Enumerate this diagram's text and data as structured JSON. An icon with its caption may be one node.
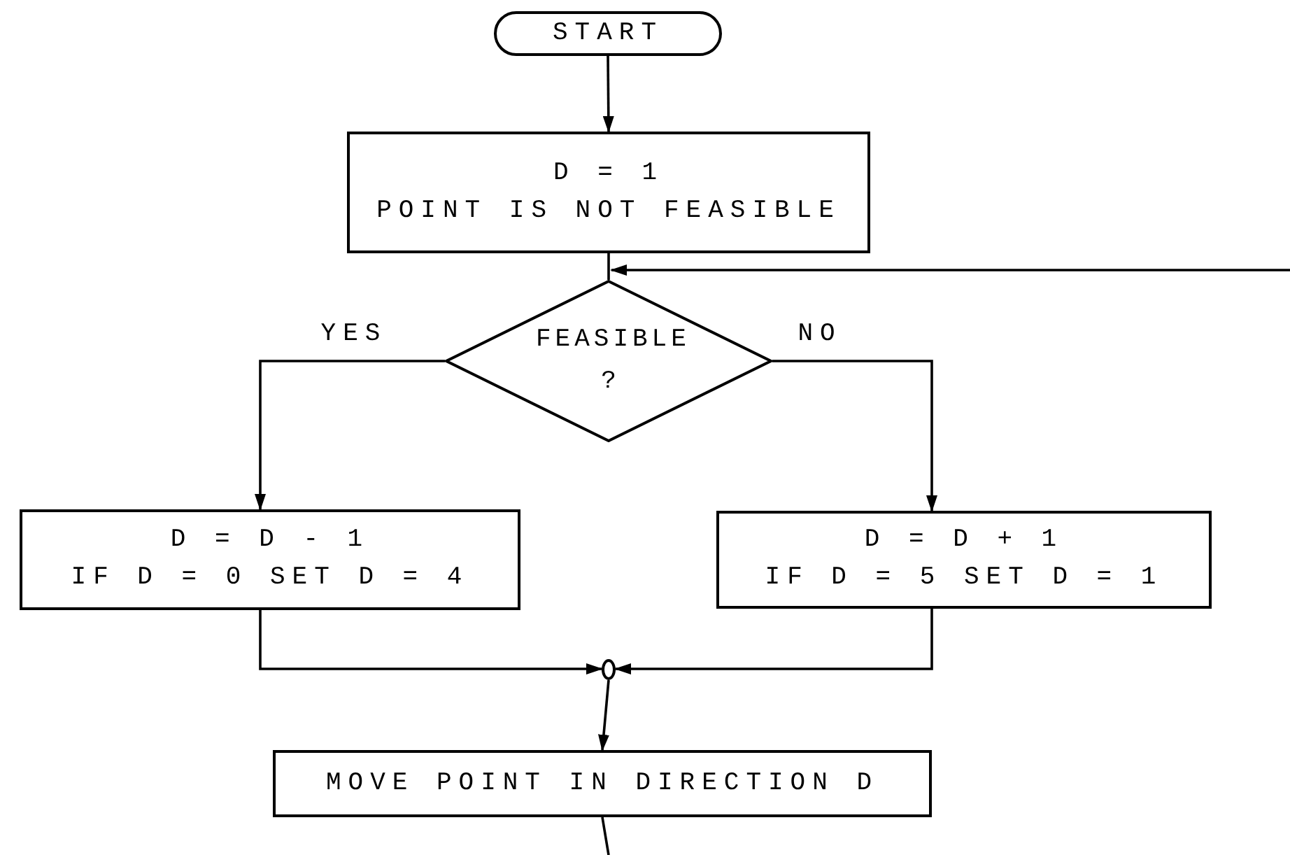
{
  "diagram": {
    "nodes": [
      {
        "text": [
          "START"
        ]
      },
      {
        "text": [
          "D = 1",
          "POINT IS NOT FEASIBLE"
        ]
      },
      {
        "text": [
          "FEASIBLE ?"
        ]
      },
      {
        "text": [
          "D = D - 1",
          "IF D = 0 SET D = 4"
        ]
      },
      {
        "text": [
          "D = D + 1",
          "IF D = 5 SET D = 1"
        ]
      },
      {
        "text": [],
        "shape": "circle"
      },
      {
        "text": [
          "MOVE POINT IN DIRECTION D"
        ]
      }
    ],
    "edges": [
      {
        "from": 0,
        "to": 1,
        "arrow": "to"
      },
      {
        "from": 1,
        "to": 2,
        "arrow": "none"
      },
      {
        "from": null,
        "to": 2,
        "arrow": "to"
      },
      {
        "from": 2,
        "to": 3,
        "arrow": "to",
        "label": "YES"
      },
      {
        "from": 2,
        "to": 4,
        "arrow": "to",
        "label": "NO"
      },
      {
        "from": 3,
        "to": 5,
        "arrow": "to"
      },
      {
        "from": 4,
        "to": 5,
        "arrow": "to"
      },
      {
        "from": 5,
        "to": 6,
        "arrow": "to"
      },
      {
        "from": 6,
        "to": null,
        "arrow": "none"
      }
    ]
  }
}
